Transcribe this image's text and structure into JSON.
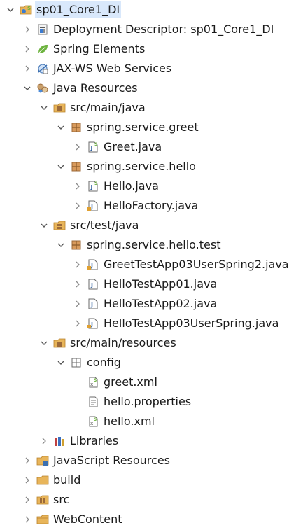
{
  "tree": [
    {
      "label": "sp01_Core1_DI",
      "icon": "web-project-icon",
      "expanded": true,
      "has_children": true,
      "depth": 0,
      "selected": true
    },
    {
      "label": "Deployment Descriptor: sp01_Core1_DI",
      "icon": "deployment-descriptor-icon",
      "expanded": false,
      "has_children": true,
      "depth": 1
    },
    {
      "label": "Spring Elements",
      "icon": "spring-leaf-icon",
      "expanded": false,
      "has_children": true,
      "depth": 1
    },
    {
      "label": "JAX-WS Web Services",
      "icon": "web-services-icon",
      "expanded": false,
      "has_children": true,
      "depth": 1
    },
    {
      "label": "Java Resources",
      "icon": "java-resources-icon",
      "expanded": true,
      "has_children": true,
      "depth": 1
    },
    {
      "label": "src/main/java",
      "icon": "source-folder-icon",
      "expanded": true,
      "has_children": true,
      "depth": 2
    },
    {
      "label": "spring.service.greet",
      "icon": "package-icon",
      "expanded": true,
      "has_children": true,
      "depth": 3
    },
    {
      "label": "Greet.java",
      "icon": "java-interface-spring-icon",
      "expanded": false,
      "has_children": true,
      "depth": 4
    },
    {
      "label": "spring.service.hello",
      "icon": "package-icon",
      "expanded": true,
      "has_children": true,
      "depth": 3
    },
    {
      "label": "Hello.java",
      "icon": "java-interface-spring-icon",
      "expanded": false,
      "has_children": true,
      "depth": 4
    },
    {
      "label": "HelloFactory.java",
      "icon": "java-file-modified-icon",
      "expanded": false,
      "has_children": true,
      "depth": 4
    },
    {
      "label": "src/test/java",
      "icon": "source-folder-icon",
      "expanded": true,
      "has_children": true,
      "depth": 2
    },
    {
      "label": "spring.service.hello.test",
      "icon": "package-icon",
      "expanded": true,
      "has_children": true,
      "depth": 3
    },
    {
      "label": "GreetTestApp03UserSpring2.java",
      "icon": "java-file-modified-icon",
      "expanded": false,
      "has_children": true,
      "depth": 4
    },
    {
      "label": "HelloTestApp01.java",
      "icon": "java-file-icon",
      "expanded": false,
      "has_children": true,
      "depth": 4
    },
    {
      "label": "HelloTestApp02.java",
      "icon": "java-file-icon",
      "expanded": false,
      "has_children": true,
      "depth": 4
    },
    {
      "label": "HelloTestApp03UserSpring.java",
      "icon": "java-file-modified-icon",
      "expanded": false,
      "has_children": true,
      "depth": 4
    },
    {
      "label": "src/main/resources",
      "icon": "source-folder-icon",
      "expanded": true,
      "has_children": true,
      "depth": 2
    },
    {
      "label": "config",
      "icon": "folder-package-icon",
      "expanded": true,
      "has_children": true,
      "depth": 3
    },
    {
      "label": "greet.xml",
      "icon": "spring-xml-icon",
      "expanded": false,
      "has_children": false,
      "depth": 4
    },
    {
      "label": "hello.properties",
      "icon": "properties-file-icon",
      "expanded": false,
      "has_children": false,
      "depth": 4
    },
    {
      "label": "hello.xml",
      "icon": "spring-xml-icon",
      "expanded": false,
      "has_children": false,
      "depth": 4
    },
    {
      "label": "Libraries",
      "icon": "libraries-icon",
      "expanded": false,
      "has_children": true,
      "depth": 2
    },
    {
      "label": "JavaScript Resources",
      "icon": "javascript-resources-icon",
      "expanded": false,
      "has_children": true,
      "depth": 1
    },
    {
      "label": "build",
      "icon": "folder-icon",
      "expanded": false,
      "has_children": true,
      "depth": 1
    },
    {
      "label": "src",
      "icon": "source-folder-icon",
      "expanded": false,
      "has_children": true,
      "depth": 1
    },
    {
      "label": "WebContent",
      "icon": "web-folder-icon",
      "expanded": false,
      "has_children": true,
      "depth": 1
    }
  ],
  "colors": {
    "selection": "#d9e8fb",
    "folder": "#e8b55a",
    "folder_dark": "#b9822c",
    "spring_green": "#6db33f",
    "java_blue": "#2f5f9e",
    "package_brown": "#9c6a3a",
    "chevron": "#555555"
  }
}
